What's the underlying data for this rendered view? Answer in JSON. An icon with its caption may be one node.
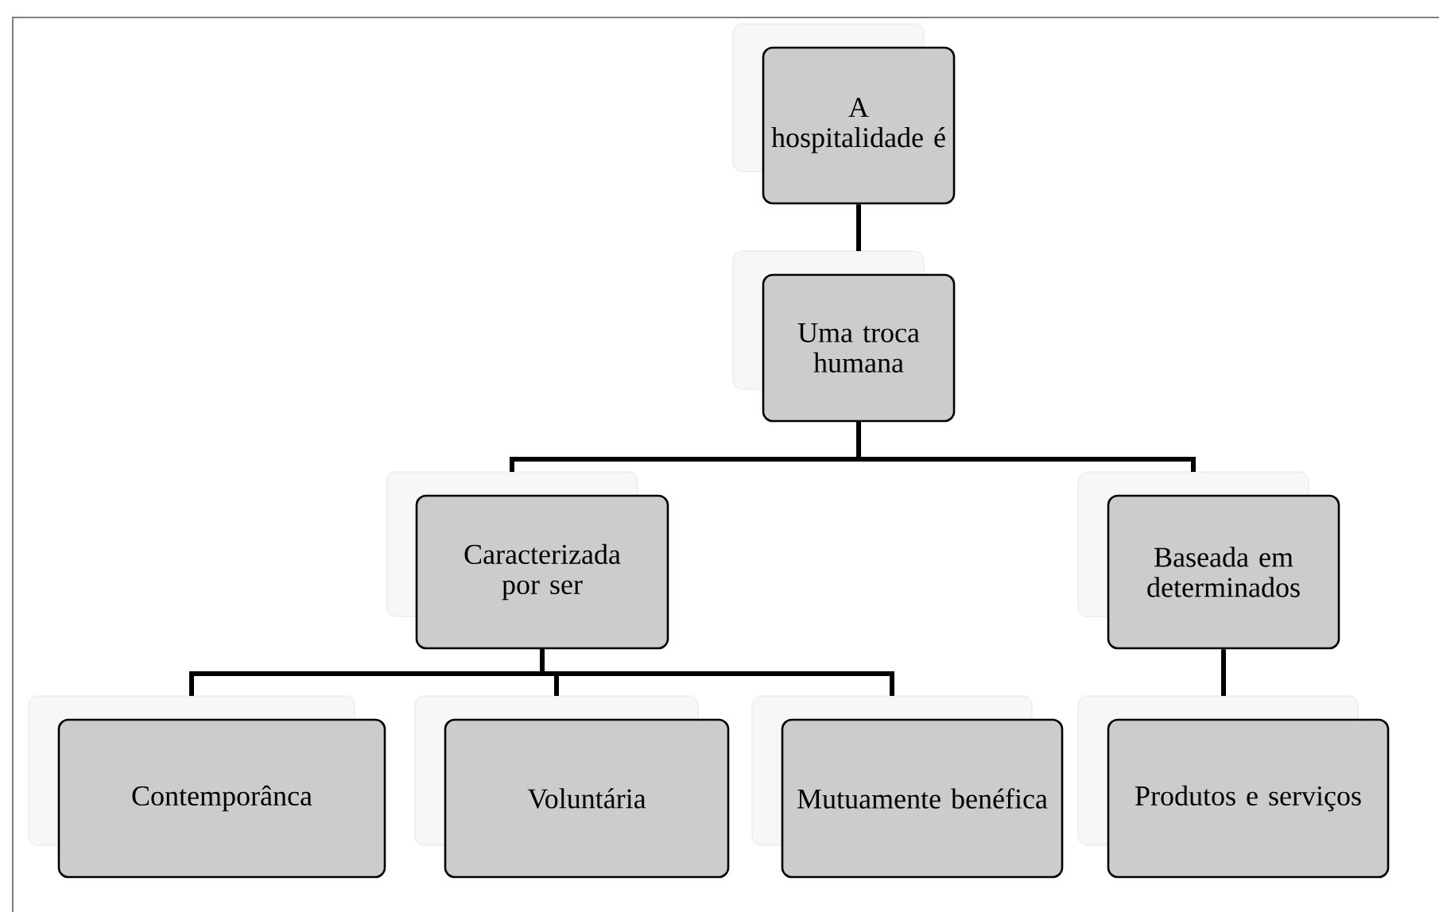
{
  "diagram": {
    "nodes": [
      {
        "text": [
          "A hospitalidade é"
        ]
      },
      {
        "text": [
          "Uma troca humana"
        ]
      },
      {
        "text": [
          "Caracterizada por ser"
        ]
      },
      {
        "text": [
          "Baseada em determinados"
        ]
      },
      {
        "text": [
          "Contemporânca"
        ]
      },
      {
        "text": [
          "Voluntária"
        ]
      },
      {
        "text": [
          "Mutuamente benéfica"
        ]
      },
      {
        "text": [
          "Produtos e serviços"
        ]
      }
    ],
    "edges": [
      {
        "from": 0,
        "to": 1,
        "arrow": "none"
      },
      {
        "from": 1,
        "to": 2,
        "arrow": "none"
      },
      {
        "from": 1,
        "to": 3,
        "arrow": "none"
      },
      {
        "from": 2,
        "to": 4,
        "arrow": "none"
      },
      {
        "from": 2,
        "to": 5,
        "arrow": "none"
      },
      {
        "from": 2,
        "to": 6,
        "arrow": "none"
      },
      {
        "from": 3,
        "to": 7,
        "arrow": "none"
      }
    ]
  }
}
